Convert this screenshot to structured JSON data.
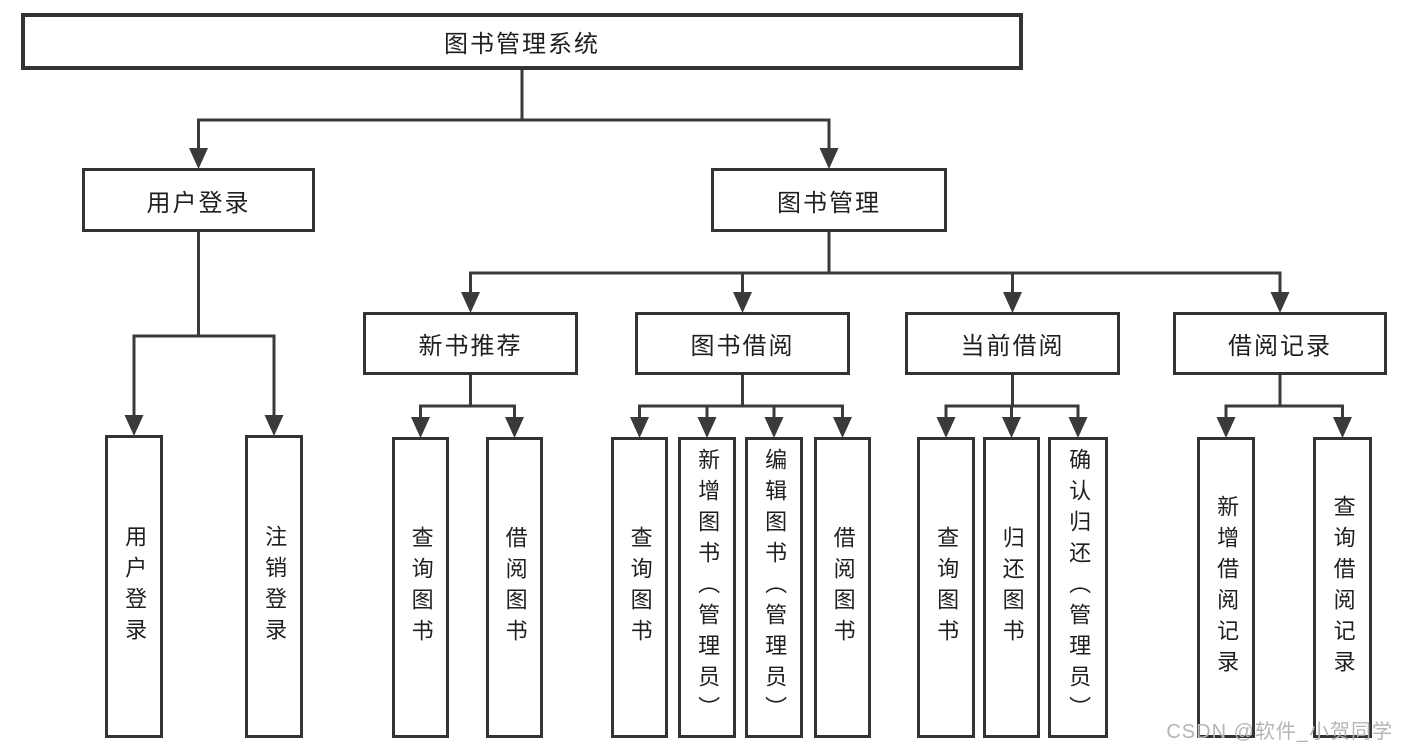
{
  "diagram": {
    "nodes": [
      {
        "id": "root",
        "label": "图书管理系统",
        "orientation": "h"
      },
      {
        "id": "user-login",
        "label": "用户登录",
        "orientation": "h"
      },
      {
        "id": "book-mgmt",
        "label": "图书管理",
        "orientation": "h"
      },
      {
        "id": "new-book-rec",
        "label": "新书推荐",
        "orientation": "h"
      },
      {
        "id": "book-borrow",
        "label": "图书借阅",
        "orientation": "h"
      },
      {
        "id": "current-borrow",
        "label": "当前借阅",
        "orientation": "h"
      },
      {
        "id": "borrow-records",
        "label": "借阅记录",
        "orientation": "h"
      },
      {
        "id": "leaf-user-login",
        "label": "用户登录",
        "orientation": "v"
      },
      {
        "id": "leaf-logout",
        "label": "注销登录",
        "orientation": "v"
      },
      {
        "id": "leaf-nbr-query",
        "label": "查询图书",
        "orientation": "v"
      },
      {
        "id": "leaf-nbr-borrow",
        "label": "借阅图书",
        "orientation": "v"
      },
      {
        "id": "leaf-bb-query",
        "label": "查询图书",
        "orientation": "v"
      },
      {
        "id": "leaf-bb-add",
        "label": "新增图书（管理员）",
        "orientation": "v"
      },
      {
        "id": "leaf-bb-edit",
        "label": "编辑图书（管理员）",
        "orientation": "v"
      },
      {
        "id": "leaf-bb-borrow",
        "label": "借阅图书",
        "orientation": "v"
      },
      {
        "id": "leaf-cb-query",
        "label": "查询图书",
        "orientation": "v"
      },
      {
        "id": "leaf-cb-return",
        "label": "归还图书",
        "orientation": "v"
      },
      {
        "id": "leaf-cb-confirm",
        "label": "确认归还（管理员）",
        "orientation": "v"
      },
      {
        "id": "leaf-br-add",
        "label": "新增借阅记录",
        "orientation": "v"
      },
      {
        "id": "leaf-br-query",
        "label": "查询借阅记录",
        "orientation": "v"
      }
    ],
    "edges": [
      {
        "from": "root",
        "to": [
          "user-login",
          "book-mgmt"
        ]
      },
      {
        "from": "user-login",
        "to": [
          "leaf-user-login",
          "leaf-logout"
        ]
      },
      {
        "from": "book-mgmt",
        "to": [
          "new-book-rec",
          "book-borrow",
          "current-borrow",
          "borrow-records"
        ]
      },
      {
        "from": "new-book-rec",
        "to": [
          "leaf-nbr-query",
          "leaf-nbr-borrow"
        ]
      },
      {
        "from": "book-borrow",
        "to": [
          "leaf-bb-query",
          "leaf-bb-add",
          "leaf-bb-edit",
          "leaf-bb-borrow"
        ]
      },
      {
        "from": "current-borrow",
        "to": [
          "leaf-cb-query",
          "leaf-cb-return",
          "leaf-cb-confirm"
        ]
      },
      {
        "from": "borrow-records",
        "to": [
          "leaf-br-add",
          "leaf-br-query"
        ]
      }
    ],
    "colors": {
      "line": "#3a3a3a",
      "border": "#333333",
      "text": "#1f1f1f",
      "background": "#ffffff",
      "watermark": "#b5b5b5"
    }
  },
  "watermark": {
    "text": "CSDN @软件_小贺同学"
  }
}
